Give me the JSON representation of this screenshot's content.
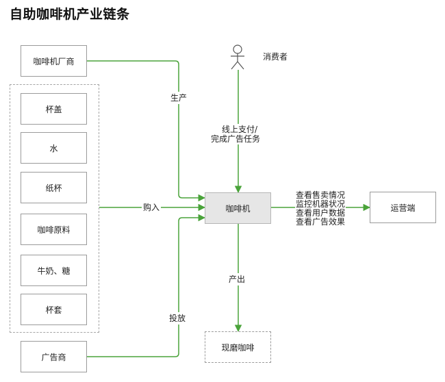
{
  "title": "自助咖啡机产业链条",
  "nodes": {
    "manufacturer": "咖啡机厂商",
    "consumer": "消费者",
    "machine": "咖啡机",
    "operator": "运营端",
    "advertiser": "广告商",
    "product": "现磨咖啡"
  },
  "supplies": [
    "杯盖",
    "水",
    "纸杯",
    "咖啡原料",
    "牛奶、糖",
    "杯套"
  ],
  "edges": {
    "produce": "生产",
    "purchase": "购入",
    "pay_line1": "线上支付/",
    "pay_line2": "完成广告任务",
    "deliver": "投放",
    "output": "产出",
    "ops_lines": [
      "查看售卖情况",
      "监控机器状况",
      "查看用户数据",
      "查看广告效果"
    ]
  },
  "colors": {
    "arrow": "#4aa33a",
    "box_border": "#9a9a9a",
    "center_fill": "#e6e6e6"
  }
}
